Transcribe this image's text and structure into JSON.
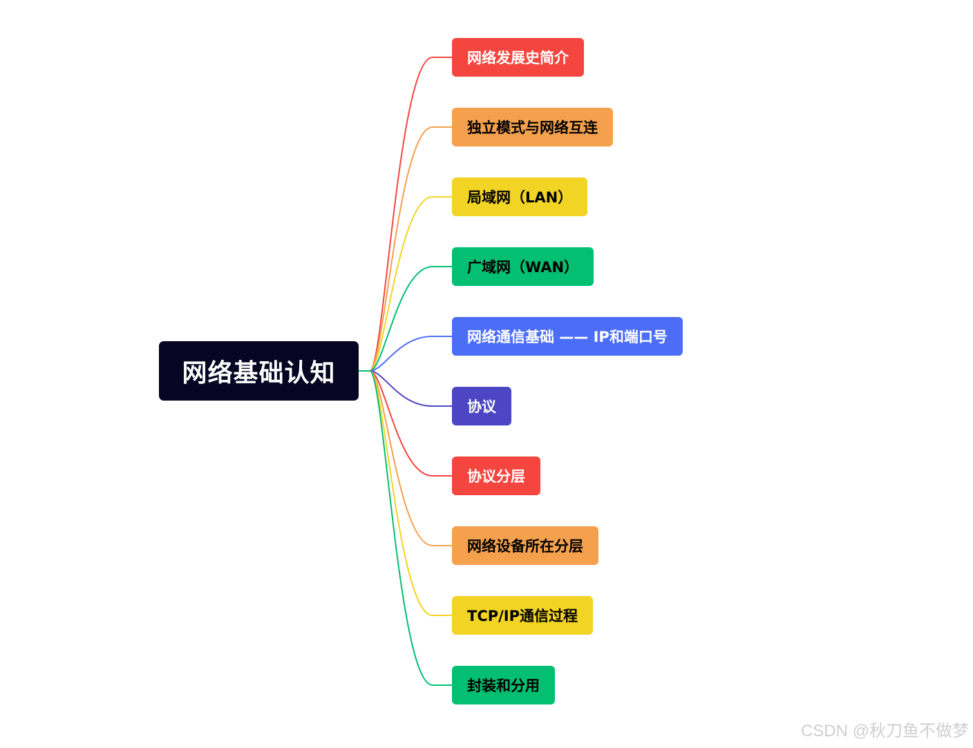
{
  "root": {
    "label": "网络基础认知",
    "color": "#060522"
  },
  "branches": [
    {
      "label": "网络发展史简介",
      "color": "#f4453f",
      "text_color": "#ffffff"
    },
    {
      "label": "独立模式与网络互连",
      "color": "#f5a04c",
      "text_color": "#000000"
    },
    {
      "label": "局域网（LAN）",
      "color": "#f2d424",
      "text_color": "#000000"
    },
    {
      "label": "广域网（WAN）",
      "color": "#02bf71",
      "text_color": "#000000"
    },
    {
      "label": "网络通信基础 —— IP和端口号",
      "color": "#4c6ef6",
      "text_color": "#ffffff"
    },
    {
      "label": "协议",
      "color": "#4d46c4",
      "text_color": "#ffffff"
    },
    {
      "label": "协议分层",
      "color": "#f4453f",
      "text_color": "#ffffff"
    },
    {
      "label": "网络设备所在分层",
      "color": "#f5a04c",
      "text_color": "#000000"
    },
    {
      "label": "TCP/IP通信过程",
      "color": "#f2d424",
      "text_color": "#000000"
    },
    {
      "label": "封装和分用",
      "color": "#02bf71",
      "text_color": "#000000"
    }
  ],
  "watermark": "CSDN @秋刀鱼不做梦"
}
